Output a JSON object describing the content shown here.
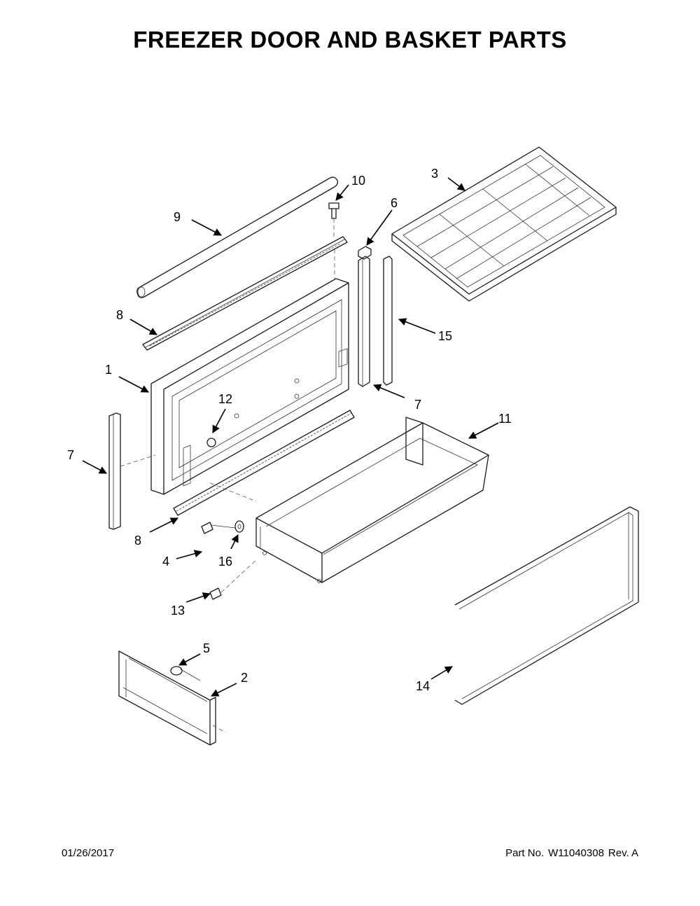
{
  "page": {
    "title": "FREEZER DOOR AND BASKET PARTS"
  },
  "callouts": [
    {
      "id": "c1",
      "label": "1"
    },
    {
      "id": "c2",
      "label": "2"
    },
    {
      "id": "c3",
      "label": "3"
    },
    {
      "id": "c4",
      "label": "4"
    },
    {
      "id": "c5",
      "label": "5"
    },
    {
      "id": "c6",
      "label": "6"
    },
    {
      "id": "c7a",
      "label": "7"
    },
    {
      "id": "c7b",
      "label": "7"
    },
    {
      "id": "c8a",
      "label": "8"
    },
    {
      "id": "c8b",
      "label": "8"
    },
    {
      "id": "c9",
      "label": "9"
    },
    {
      "id": "c10",
      "label": "10"
    },
    {
      "id": "c11",
      "label": "11"
    },
    {
      "id": "c12",
      "label": "12"
    },
    {
      "id": "c13",
      "label": "13"
    },
    {
      "id": "c14",
      "label": "14"
    },
    {
      "id": "c15",
      "label": "15"
    },
    {
      "id": "c16",
      "label": "16"
    }
  ],
  "footer": {
    "date": "01/26/2017",
    "part_label": "Part No.",
    "part_number": "W11040308",
    "revision": "Rev. A"
  }
}
